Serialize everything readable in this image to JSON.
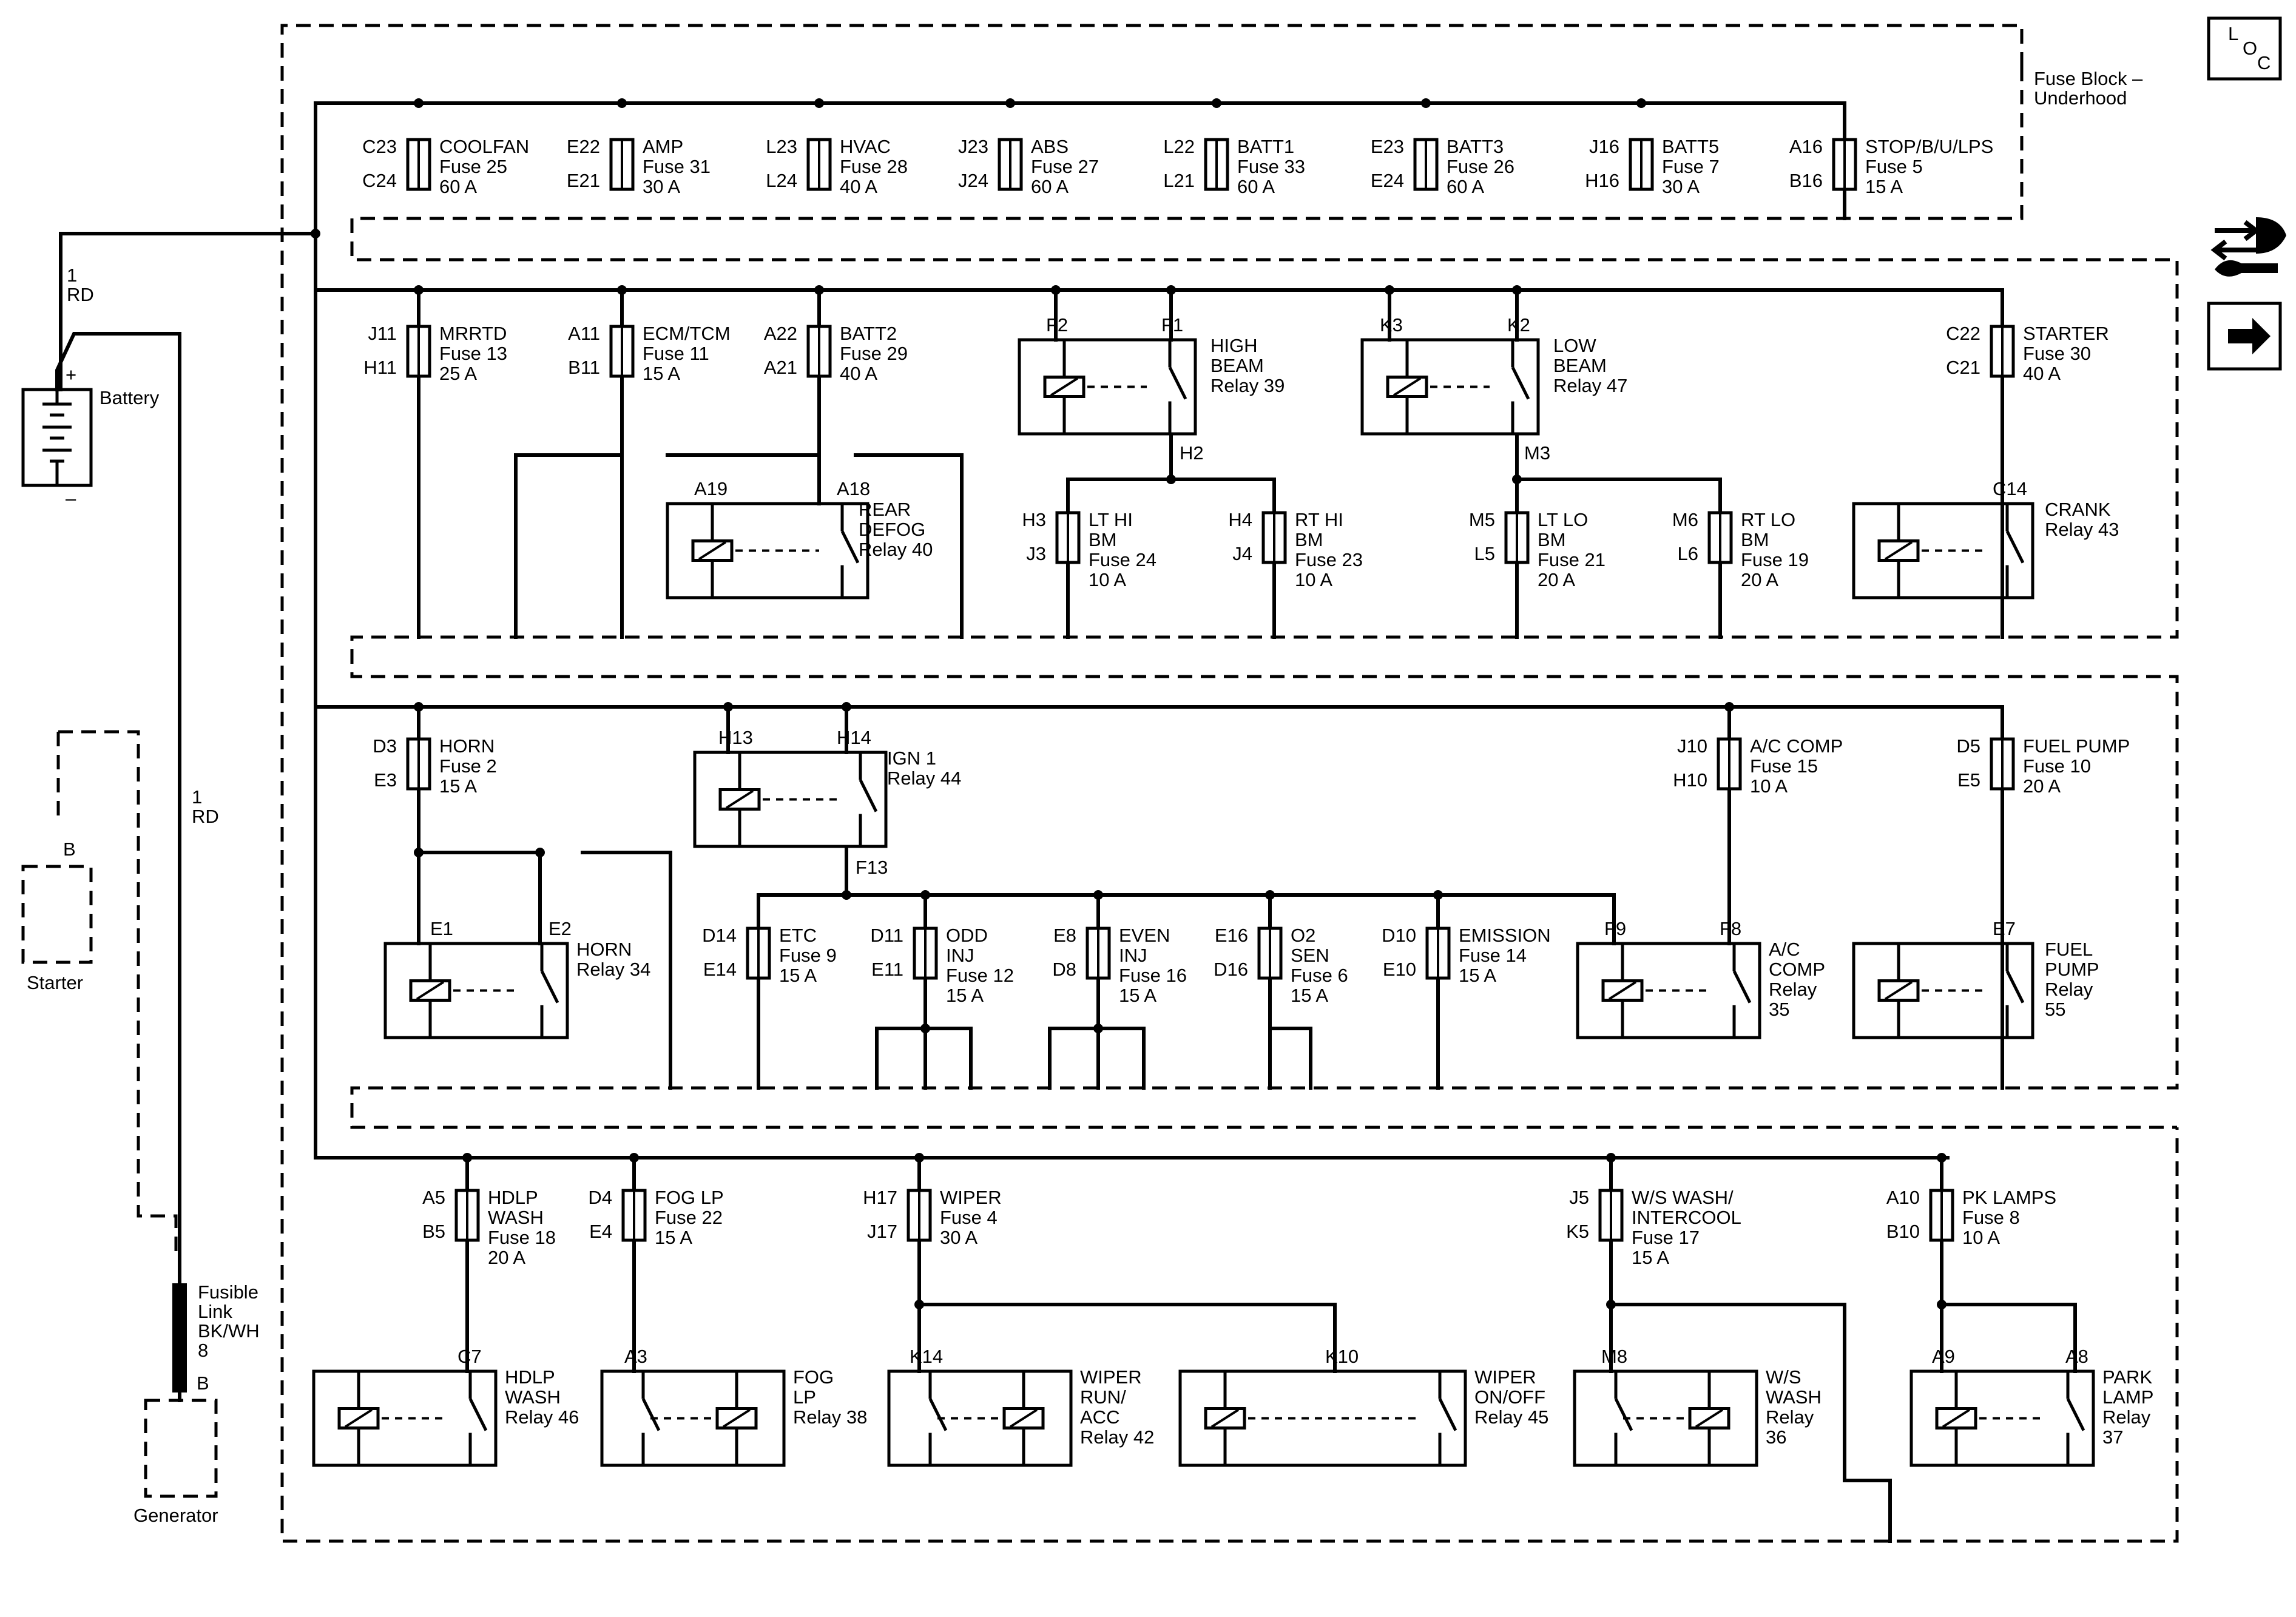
{
  "fuse_block_label": [
    "Fuse Block –",
    "Underhood"
  ],
  "loc_label": [
    "L",
    "O",
    "C"
  ],
  "battery": {
    "label": "Battery",
    "plus": "+",
    "minus": "–"
  },
  "starter": {
    "label": "Starter",
    "terminal": "B"
  },
  "generator": {
    "label": "Generator",
    "terminal": "B"
  },
  "wire_top": [
    "1",
    "RD"
  ],
  "wire_left": [
    "1",
    "RD"
  ],
  "fusible_link": [
    "Fusible",
    "Link",
    "BK/WH",
    "8"
  ],
  "fuses": [
    {
      "id": "f-coolfan",
      "top": "C23",
      "bot": "C24",
      "text": [
        "COOLFAN",
        "Fuse 25",
        "60 A"
      ]
    },
    {
      "id": "f-amp",
      "top": "E22",
      "bot": "E21",
      "text": [
        "AMP",
        "Fuse 31",
        "30 A"
      ]
    },
    {
      "id": "f-hvac",
      "top": "L23",
      "bot": "L24",
      "text": [
        "HVAC",
        "Fuse 28",
        "40 A"
      ]
    },
    {
      "id": "f-abs",
      "top": "J23",
      "bot": "J24",
      "text": [
        "ABS",
        "Fuse 27",
        "60 A"
      ]
    },
    {
      "id": "f-batt1",
      "top": "L22",
      "bot": "L21",
      "text": [
        "BATT1",
        "Fuse 33",
        "60 A"
      ]
    },
    {
      "id": "f-batt3",
      "top": "E23",
      "bot": "E24",
      "text": [
        "BATT3",
        "Fuse 26",
        "60 A"
      ]
    },
    {
      "id": "f-batt5",
      "top": "J16",
      "bot": "H16",
      "text": [
        "BATT5",
        "Fuse 7",
        "30 A"
      ]
    },
    {
      "id": "f-stop",
      "top": "A16",
      "bot": "B16",
      "text": [
        "STOP/B/U/LPS",
        "Fuse 5",
        "15 A"
      ]
    },
    {
      "id": "f-mrrtd",
      "top": "J11",
      "bot": "H11",
      "text": [
        "MRRTD",
        "Fuse 13",
        "25 A"
      ]
    },
    {
      "id": "f-ecmtcm",
      "top": "A11",
      "bot": "B11",
      "text": [
        "ECM/TCM",
        "Fuse 11",
        "15 A"
      ]
    },
    {
      "id": "f-batt2",
      "top": "A22",
      "bot": "A21",
      "text": [
        "BATT2",
        "Fuse 29",
        "40 A"
      ]
    },
    {
      "id": "f-starter",
      "top": "C22",
      "bot": "C21",
      "text": [
        "STARTER",
        "Fuse 30",
        "40 A"
      ]
    },
    {
      "id": "f-lthi",
      "top": "H3",
      "bot": "J3",
      "text": [
        "LT HI",
        "BM",
        "Fuse 24",
        "10 A"
      ]
    },
    {
      "id": "f-rthi",
      "top": "H4",
      "bot": "J4",
      "text": [
        "RT HI",
        "BM",
        "Fuse 23",
        "10 A"
      ]
    },
    {
      "id": "f-ltlo",
      "top": "M5",
      "bot": "L5",
      "text": [
        "LT LO",
        "BM",
        "Fuse 21",
        "20 A"
      ]
    },
    {
      "id": "f-rtlo",
      "top": "M6",
      "bot": "L6",
      "text": [
        "RT LO",
        "BM",
        "Fuse 19",
        "20 A"
      ]
    },
    {
      "id": "f-horn",
      "top": "D3",
      "bot": "E3",
      "text": [
        "HORN",
        "Fuse 2",
        "15 A"
      ]
    },
    {
      "id": "f-accomp",
      "top": "J10",
      "bot": "H10",
      "text": [
        "A/C COMP",
        "Fuse 15",
        "10 A"
      ]
    },
    {
      "id": "f-fuelpump",
      "top": "D5",
      "bot": "E5",
      "text": [
        "FUEL PUMP",
        "Fuse 10",
        "20 A"
      ]
    },
    {
      "id": "f-etc",
      "top": "D14",
      "bot": "E14",
      "text": [
        "ETC",
        "Fuse 9",
        "15 A"
      ]
    },
    {
      "id": "f-oddinj",
      "top": "D11",
      "bot": "E11",
      "text": [
        "ODD",
        "INJ",
        "Fuse 12",
        "15 A"
      ]
    },
    {
      "id": "f-eveninj",
      "top": "E8",
      "bot": "D8",
      "text": [
        "EVEN",
        "INJ",
        "Fuse 16",
        "15 A"
      ]
    },
    {
      "id": "f-o2sen",
      "top": "E16",
      "bot": "D16",
      "text": [
        "O2",
        "SEN",
        "Fuse 6",
        "15 A"
      ]
    },
    {
      "id": "f-emission",
      "top": "D10",
      "bot": "E10",
      "text": [
        "EMISSION",
        "Fuse 14",
        "15 A"
      ]
    },
    {
      "id": "f-hdlpwash",
      "top": "A5",
      "bot": "B5",
      "text": [
        "HDLP",
        "WASH",
        "Fuse 18",
        "20 A"
      ]
    },
    {
      "id": "f-foglp",
      "top": "D4",
      "bot": "E4",
      "text": [
        "FOG LP",
        "Fuse 22",
        "15 A"
      ]
    },
    {
      "id": "f-wiper",
      "top": "H17",
      "bot": "J17",
      "text": [
        "WIPER",
        "Fuse 4",
        "30 A"
      ]
    },
    {
      "id": "f-wswash",
      "top": "J5",
      "bot": "K5",
      "text": [
        "W/S WASH/",
        "INTERCOOL",
        "Fuse 17",
        "15 A"
      ]
    },
    {
      "id": "f-pklamps",
      "top": "A10",
      "bot": "B10",
      "text": [
        "PK LAMPS",
        "Fuse 8",
        "10 A"
      ]
    }
  ],
  "relays": [
    {
      "id": "r-highbeam",
      "pins": [
        "F2",
        "F1"
      ],
      "text": [
        "HIGH",
        "BEAM",
        "Relay 39"
      ]
    },
    {
      "id": "r-lowbeam",
      "pins": [
        "K3",
        "K2"
      ],
      "text": [
        "LOW",
        "BEAM",
        "Relay 47"
      ]
    },
    {
      "id": "r-reardefog",
      "pins": [
        "A19",
        "A18"
      ],
      "text": [
        "REAR",
        "DEFOG",
        "Relay 40"
      ]
    },
    {
      "id": "r-crank",
      "pins": [
        "C14"
      ],
      "text": [
        "CRANK",
        "Relay 43"
      ]
    },
    {
      "id": "r-ign1",
      "pins": [
        "H13",
        "H14"
      ],
      "text": [
        "IGN 1",
        "Relay 44"
      ]
    },
    {
      "id": "r-horn",
      "pins": [
        "E1",
        "E2"
      ],
      "text": [
        "HORN",
        "Relay 34"
      ]
    },
    {
      "id": "r-accomp",
      "pins": [
        "F9",
        "F8"
      ],
      "text": [
        "A/C",
        "COMP",
        "Relay",
        "35"
      ]
    },
    {
      "id": "r-fuelpump",
      "pins": [
        "E7"
      ],
      "text": [
        "FUEL",
        "PUMP",
        "Relay",
        "55"
      ]
    },
    {
      "id": "r-hdlpwash",
      "pins": [
        "C7"
      ],
      "text": [
        "HDLP",
        "WASH",
        "Relay 46"
      ]
    },
    {
      "id": "r-foglp",
      "pins": [
        "A3"
      ],
      "text": [
        "FOG",
        "LP",
        "Relay 38"
      ]
    },
    {
      "id": "r-wiperrun",
      "pins": [
        "K14"
      ],
      "text": [
        "WIPER",
        "RUN/",
        "ACC",
        "Relay 42"
      ]
    },
    {
      "id": "r-wiperonoff",
      "pins": [
        "K10"
      ],
      "text": [
        "WIPER",
        "ON/OFF",
        "Relay 45"
      ]
    },
    {
      "id": "r-wswash",
      "pins": [
        "M8"
      ],
      "text": [
        "W/S",
        "WASH",
        "Relay",
        "36"
      ]
    },
    {
      "id": "r-parklamp",
      "pins": [
        "A9",
        "A8"
      ],
      "text": [
        "PARK",
        "LAMP",
        "Relay",
        "37"
      ]
    }
  ],
  "splices": {
    "h2": "H2",
    "m3": "M3",
    "f13": "F13"
  },
  "icons": [
    "loc-icon",
    "connector-icon",
    "arrow-right-icon"
  ]
}
